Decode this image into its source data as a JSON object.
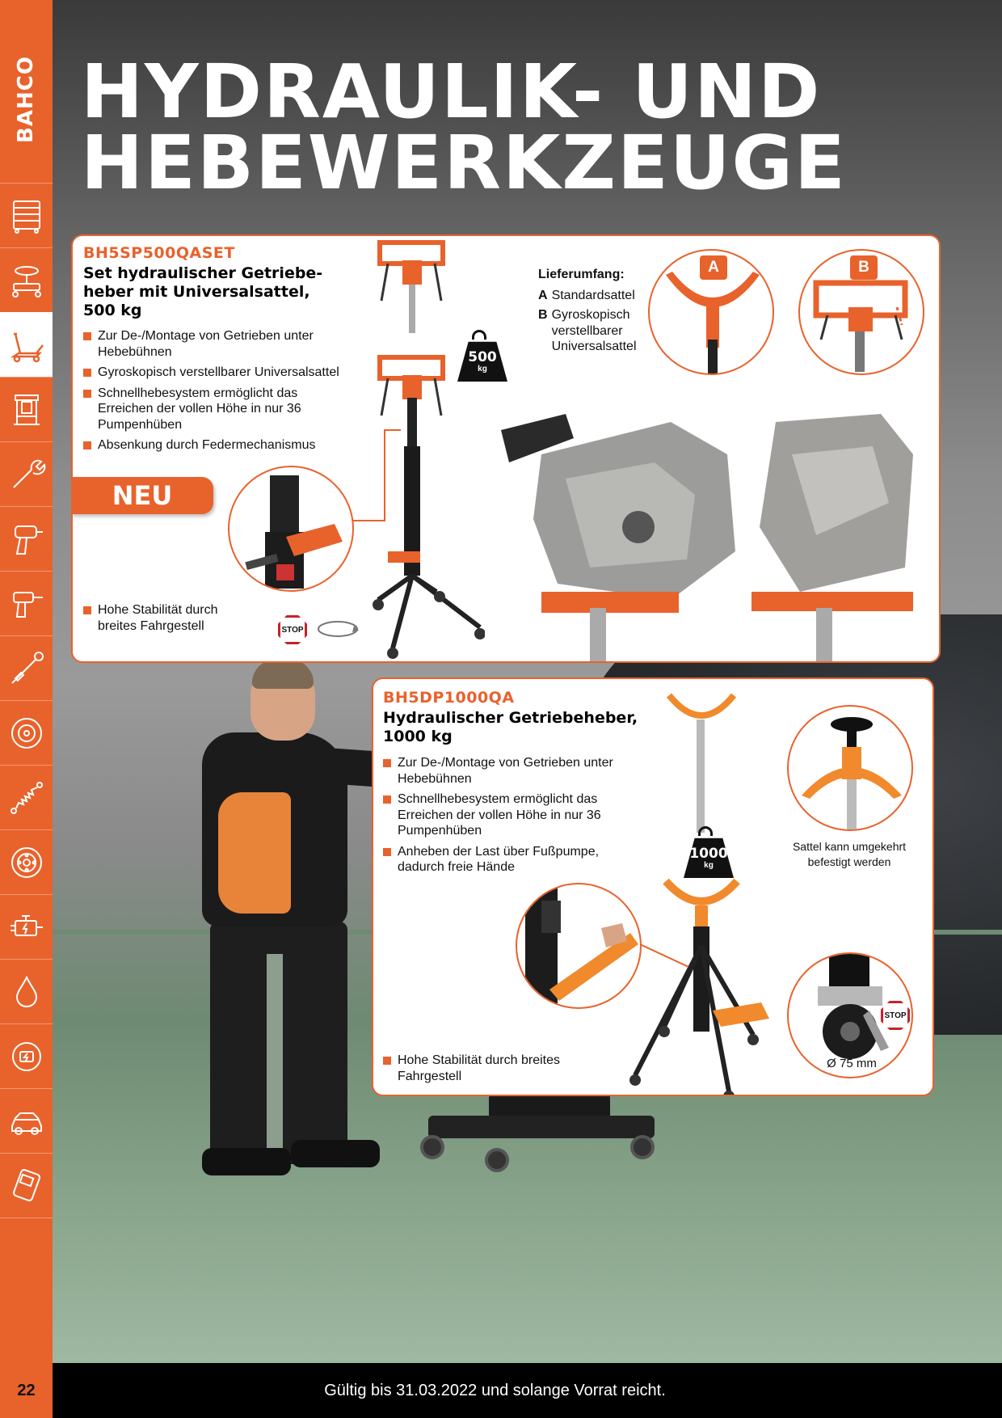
{
  "brand": "BAHCO",
  "page_number": "22",
  "headline": {
    "line1": "HYDRAULIK- UND",
    "line2": "HEBEWERKZEUGE"
  },
  "footer": "Gültig bis 31.03.2022 und solange Vorrat reicht.",
  "nav_icons": [
    "tool-cabinet-icon",
    "stool-icon",
    "floor-jack-icon",
    "press-icon",
    "wrench-icon",
    "impact-wrench-icon",
    "drill-icon",
    "torque-wrench-icon",
    "wheel-icon",
    "shock-absorber-icon",
    "brake-disc-icon",
    "engine-icon",
    "oil-drop-icon",
    "battery-cycle-icon",
    "car-icon",
    "diagnostic-device-icon"
  ],
  "product1": {
    "sku": "BH5SP500QASET",
    "title_lines": [
      "Set hydraulischer Getriebe-",
      "heber mit Universalsattel,",
      "500 kg"
    ],
    "features": [
      "Zur De-/Montage von Getrieben unter Hebebühnen",
      "Gyroskopisch verstellbarer Universalsattel",
      "Schnellhebesystem ermöglicht das Erreichen der vollen Höhe in nur 36 Pumpenhüben",
      "Absenkung durch Federmechanismus"
    ],
    "badge": "NEU",
    "stability": "Hohe Stabilität durch breites Fahrgestell",
    "weight_value": "500",
    "weight_unit": "kg",
    "stop_label": "STOP",
    "scope_title": "Lieferumfang:",
    "scope_items": [
      {
        "letter": "A",
        "text": "Standardsattel"
      },
      {
        "letter": "B",
        "text": "Gyroskopisch verstellbarer Universalsattel"
      }
    ]
  },
  "product2": {
    "sku": "BH5DP1000QA",
    "title_lines": [
      "Hydraulischer Getriebeheber,",
      "1000 kg"
    ],
    "features": [
      "Zur De-/Montage von Getrieben unter Hebebühnen",
      "Schnellhebesystem ermöglicht das Erreichen der vollen Höhe in nur 36 Pumpenhüben",
      "Anheben der Last über Fußpumpe, dadurch freie Hände"
    ],
    "stability": "Hohe Stabilität durch breites Fahrgestell",
    "weight_value": "1000",
    "weight_unit": "kg",
    "saddle_caption": "Sattel kann umgekehrt befestigt werden",
    "wheel_caption": "Ø 75 mm",
    "stop_label": "STOP"
  },
  "colors": {
    "accent": "#e8622c",
    "black": "#000000",
    "white": "#ffffff"
  }
}
